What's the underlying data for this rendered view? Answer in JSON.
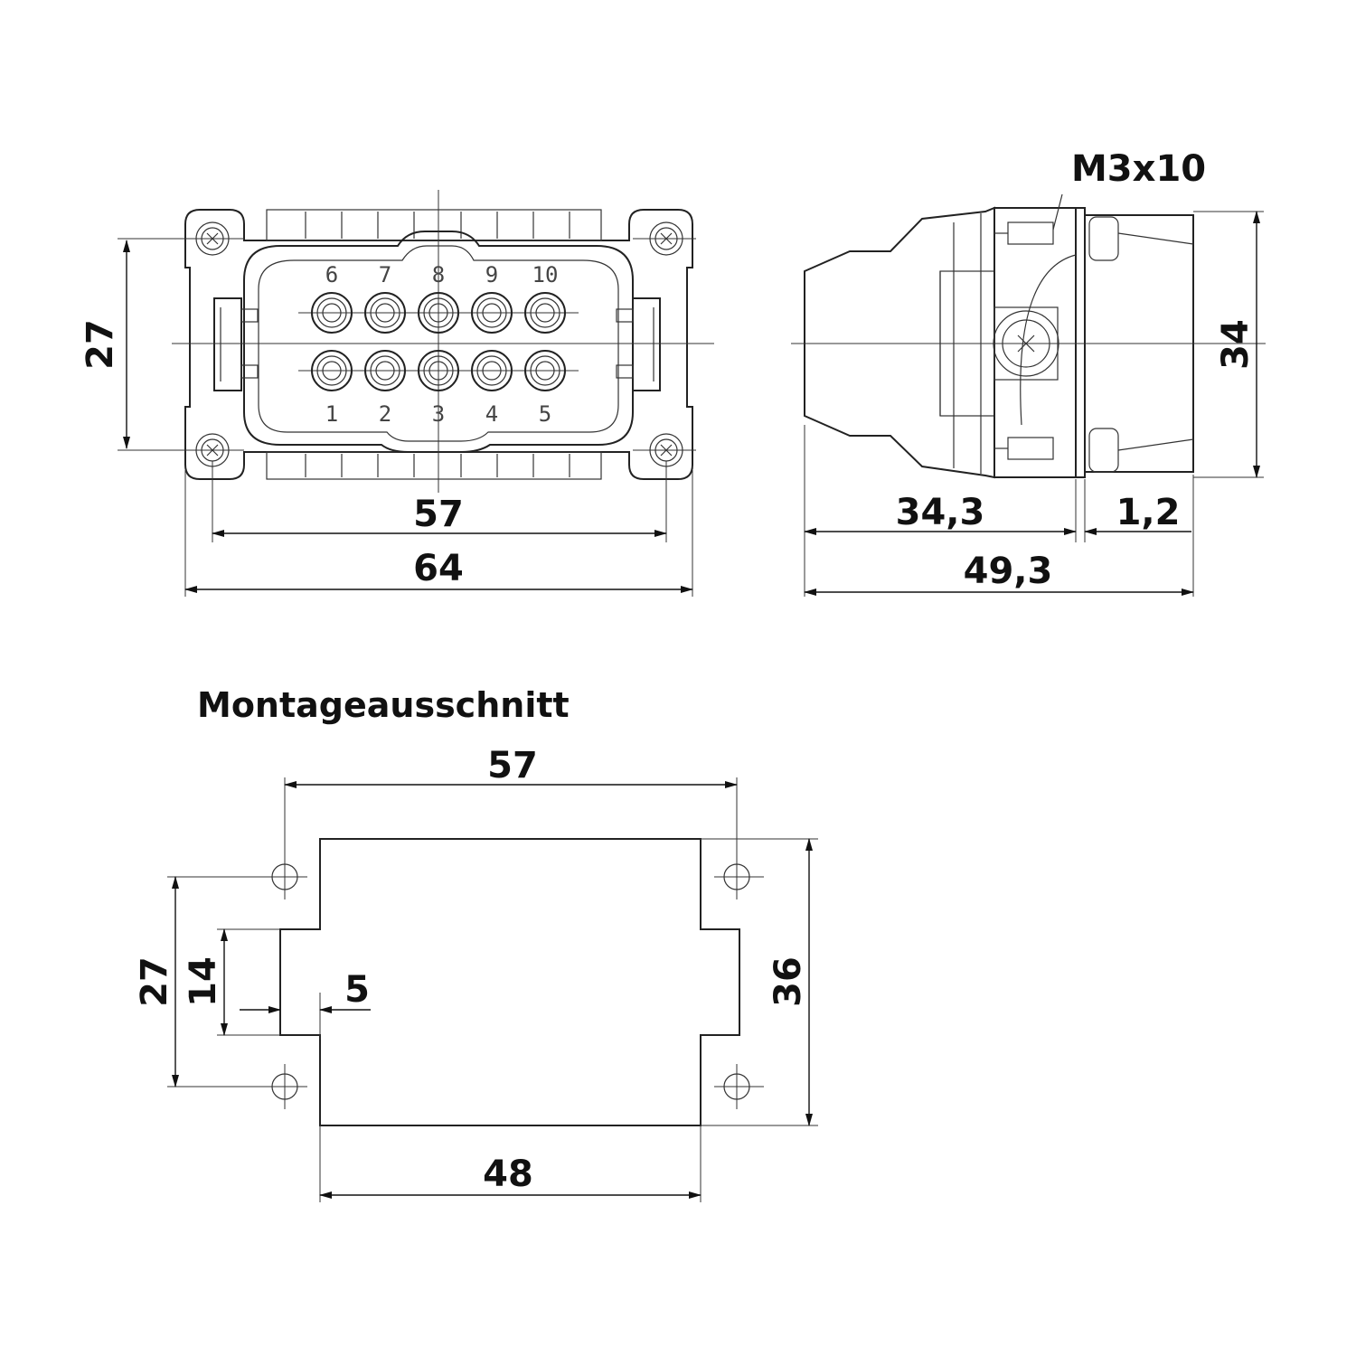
{
  "front_view": {
    "pins_top": [
      "6",
      "7",
      "8",
      "9",
      "10"
    ],
    "pins_bottom": [
      "1",
      "2",
      "3",
      "4",
      "5"
    ],
    "dim_hole_spacing": "57",
    "dim_width": "64",
    "dim_height_holes": "27"
  },
  "side_view": {
    "screw_label": "M3x10",
    "dim_height": "34",
    "dim_body": "34,3",
    "dim_flange": "1,2",
    "dim_total": "49,3"
  },
  "cutout": {
    "title": "Montageausschnitt",
    "dim_hole_spacing": "57",
    "dim_bottom_width": "48",
    "dim_height": "36",
    "dim_hole_vertical": "27",
    "dim_notch_height": "14",
    "dim_notch_depth": "5"
  }
}
